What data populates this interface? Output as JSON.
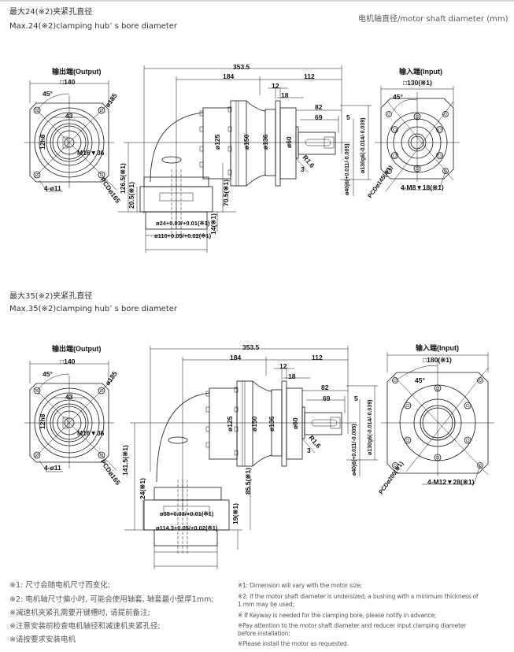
{
  "sections": [
    {
      "title_cn": "最大24(※2)夹紧孔直径",
      "title_en": "Max.24(※2)clamping hub’ s bore diameter",
      "unit_note": "电机轴直径/motor shaft diameter (mm)",
      "output_view": {
        "title": "输出端(Output)",
        "square": "□140",
        "angle": "45°",
        "dia": "ø185",
        "key_width": "43",
        "shaft_fit": "12h8",
        "thread": "M16▼36",
        "holes": "4-ø11",
        "pcd": "PCDø165"
      },
      "side_view": {
        "overall": "353.5",
        "d184": "184",
        "d112": "112",
        "d12": "12",
        "d18": "18",
        "d82": "82",
        "d69": "69",
        "d5": "5",
        "d125": "ø125",
        "d150": "ø150",
        "d136": "ø136",
        "d60": "ø60",
        "radius": "R1.6",
        "d3": "3",
        "shaft": "ø40j6(+0.011/-0.005)",
        "pilot": "ø130g6(-0.014/-0.039)",
        "h1": "126.5(※1)",
        "h2": "20.5(※1)",
        "h3": "70.5(※1)",
        "h4": "14(※1)",
        "bore": "ø24+0.03/+0.01(※1)",
        "spigot": "ø110+0.05/+0.02(※1)"
      },
      "input_view": {
        "title": "输入端(Input)",
        "square": "□130(※1)",
        "angle": "45°",
        "pcd": "PCDø145(※1)",
        "thread": "4-M8▼18(※1)"
      }
    },
    {
      "title_cn": "最大35(※2)夹紧孔直径",
      "title_en": "Max.35(※2)clamping hub’ s bore diameter",
      "output_view": {
        "title": "输出端(Output)",
        "square": "□140",
        "angle": "45°",
        "dia": "ø185",
        "key_width": "43",
        "shaft_fit": "12h8",
        "thread": "M16▼36",
        "holes": "4-ø11",
        "pcd": "PCDø165"
      },
      "side_view": {
        "overall": "353.5",
        "d184": "184",
        "d112": "112",
        "d12": "12",
        "d18": "18",
        "d82": "82",
        "d69": "69",
        "d5": "5",
        "d125": "ø125",
        "d150": "ø150",
        "d136": "ø136",
        "d60": "ø60",
        "radius": "R1.6",
        "d3": "3",
        "shaft": "ø40j6(+0.011/-0.005)",
        "pilot": "ø130g6(-0.014/-0.039)",
        "h1": "141.5(※1)",
        "h2": "24(※1)",
        "h3": "85.5(※1)",
        "h4": "19(※1)",
        "bore": "ø35+0.03/+0.01(※1)",
        "spigot": "ø114.3+0.05/+0.02(※1)"
      },
      "input_view": {
        "title": "输入端(Input)",
        "square": "□180(※1)",
        "angle": "45°",
        "pcd": "PCDø200(※1)",
        "thread": "4-M12▼28(※1)"
      }
    }
  ],
  "notes_cn": [
    "※1: 尺寸会随电机尺寸而变化;",
    "※2: 电机轴尺寸偏小时, 可能会使用轴套, 轴套最小壁厚1mm;",
    "※减速机夹紧孔需要开键槽时, 请提前备注;",
    "※注意安装前检查电机轴径和减速机夹紧孔径;",
    "※请按要求安装电机"
  ],
  "notes_en": [
    "※1: Dimension will vary with the motor size;",
    "※2: If the motor shaft diameter is undersized, a bushing with a minimum thickness of",
    "1 mm may be used;",
    "※ If Keyway is needed for the clamping bore, please notify in advance;",
    "※Pay attention to the motor shaft diameter and reducer input clamping diameter",
    "before installation;",
    "※Please install the motor as requested."
  ]
}
